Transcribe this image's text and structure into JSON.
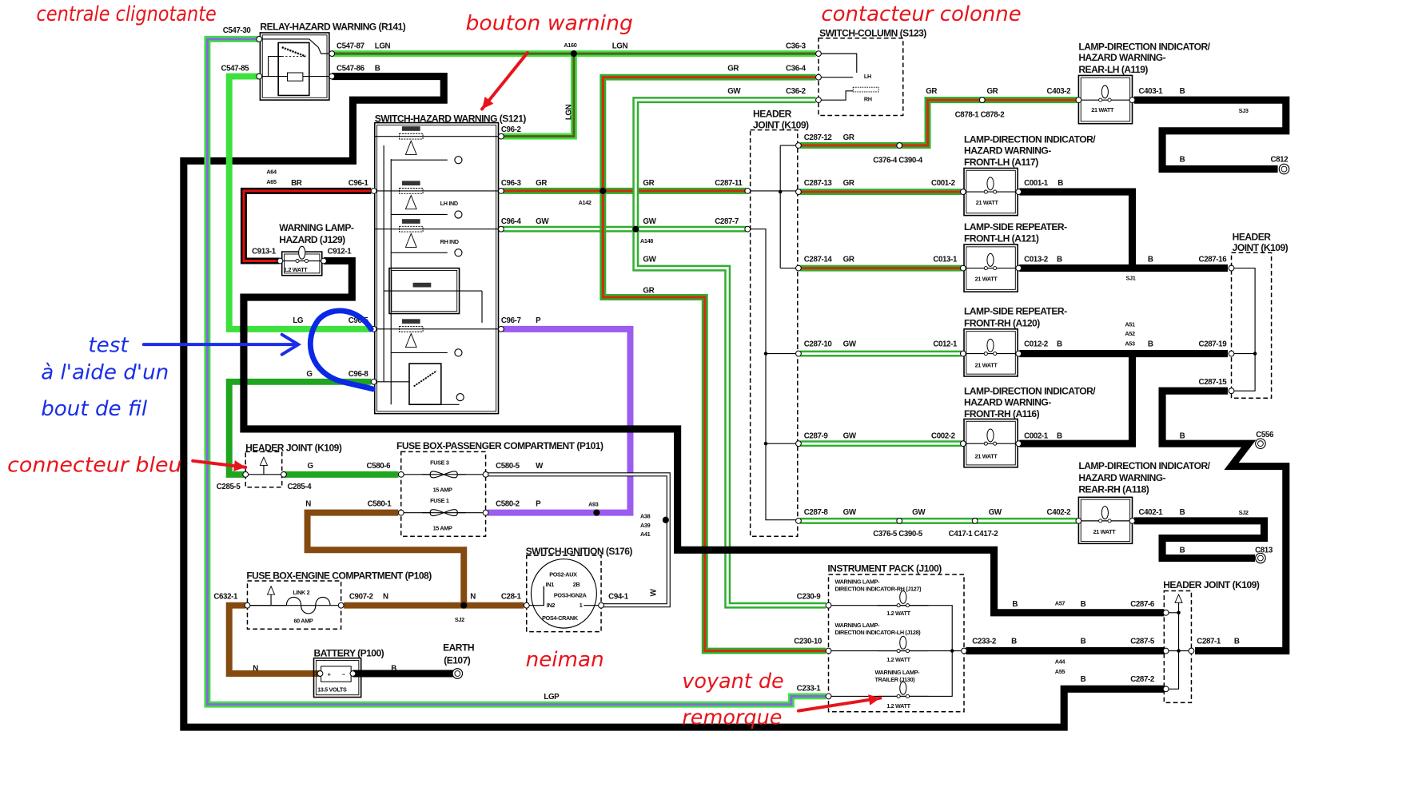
{
  "annotations": {
    "centrale": "centrale clignotante",
    "bouton": "bouton warning",
    "contacteur": "contacteur colonne",
    "test1": "test",
    "test2": "à l'aide d'un",
    "test3": "bout de fil",
    "connecteur": "connecteur bleu",
    "neiman": "neiman",
    "voyant1": "voyant de",
    "voyant2": "remorque"
  },
  "annotation_colors": {
    "red": "#e8141b",
    "blue": "#1a2ee8"
  },
  "components": {
    "relay": "RELAY-HAZARD WARNING (R141)",
    "sw_hazard": "SWITCH-HAZARD WARNING (S121)",
    "j129_1": "WARNING LAMP-",
    "j129_2": "HAZARD (J129)",
    "sw_col": "SWITCH-COLUMN (S123)",
    "hj_mid_1": "HEADER",
    "hj_mid_2": "JOINT (K109)",
    "a119_1": "LAMP-DIRECTION INDICATOR/",
    "a119_2": "HAZARD WARNING-",
    "a119_3": "REAR-LH (A119)",
    "a117_1": "LAMP-DIRECTION INDICATOR/",
    "a117_2": "HAZARD WARNING-",
    "a117_3": "FRONT-LH (A117)",
    "a121_1": "LAMP-SIDE REPEATER-",
    "a121_2": "FRONT-LH (A121)",
    "a120_1": "LAMP-SIDE REPEATER-",
    "a120_2": "FRONT-RH (A120)",
    "a116_1": "LAMP-DIRECTION INDICATOR/",
    "a116_2": "HAZARD WARNING-",
    "a116_3": "FRONT-RH (A116)",
    "a118_1": "LAMP-DIRECTION INDICATOR/",
    "a118_2": "HAZARD WARNING-",
    "a118_3": "REAR-RH (A118)",
    "hj_right_1": "HEADER",
    "hj_right_2": "JOINT (K109)",
    "hj_left": "HEADER JOINT (K109)",
    "fuse_pass": "FUSE BOX-PASSENGER COMPARTMENT (P101)",
    "fuse_eng": "FUSE BOX-ENGINE COMPARTMENT (P108)",
    "ignition": "SWITCH-IGNITION (S176)",
    "instrument": "INSTRUMENT PACK (J100)",
    "hj_bottom": "HEADER JOINT (K109)",
    "battery": "BATTERY (P100)",
    "earth_1": "EARTH",
    "earth_2": "(E107)",
    "j127_1": "WARNING LAMP-",
    "j127_2": "DIRECTION INDICATOR-RH (J127)",
    "j128_1": "WARNING LAMP-",
    "j128_2": "DIRECTION INDICATOR-LH (J128)",
    "j130_1": "WARNING LAMP-",
    "j130_2": "TRAILER (J130)"
  },
  "ratings": {
    "j129": "1.2 WATT",
    "a119": "21 WATT",
    "a117": "21 WATT",
    "a121": "21 WATT",
    "a120": "21 WATT",
    "a116": "21 WATT",
    "a118": "21 WATT",
    "j127": "1.2 WATT",
    "j128": "1.2 WATT",
    "j130": "1.2 WATT",
    "fuse3_name": "FUSE 3",
    "fuse3": "15 AMP",
    "fuse1_name": "FUSE 1",
    "fuse1": "15 AMP",
    "link2_name": "LINK 2",
    "link2": "60 AMP",
    "battery": "13.5 VOLTS"
  },
  "switch_labels": {
    "lh_ind": "LH IND",
    "rh_ind": "RH IND",
    "lh": "LH",
    "rh": "RH"
  },
  "ignition_positions": {
    "pos2": "POS2-AUX",
    "in1": "IN1",
    "p2b": "2B",
    "pos3": "POS3-IGN2A",
    "in2": "IN2",
    "p1": "1",
    "pos4": "POS4-CRANK"
  },
  "connectors": {
    "c547_30": "C547-30",
    "c547_85": "C547-85",
    "c547_87": "C547-87",
    "c547_86": "C547-86",
    "c36_3": "C36-3",
    "c36_4": "C36-4",
    "c36_2": "C36-2",
    "c96_1": "C96-1",
    "c96_2": "C96-2",
    "c96_3": "C96-3",
    "c96_4": "C96-4",
    "c96_5": "C96-5",
    "c96_7": "C96-7",
    "c96_8": "C96-8",
    "c913_1": "C913-1",
    "c912_1": "C912-1",
    "c287_11": "C287-11",
    "c287_7": "C287-7",
    "c287_12": "C287-12",
    "c287_13": "C287-13",
    "c287_14": "C287-14",
    "c287_10": "C287-10",
    "c287_9": "C287-9",
    "c287_8": "C287-8",
    "c287_16": "C287-16",
    "c287_19": "C287-19",
    "c287_15": "C287-15",
    "c287_6": "C287-6",
    "c287_5": "C287-5",
    "c287_2": "C287-2",
    "c287_1": "C287-1",
    "c376_4": "C376-4 C390-4",
    "c878": "C878-1 C878-2",
    "c403_2": "C403-2",
    "c403_1": "C403-1",
    "c812": "C812",
    "c001_2": "C001-2",
    "c001_1": "C001-1",
    "c013_1": "C013-1",
    "c013_2": "C013-2",
    "c012_1": "C012-1",
    "c012_2": "C012-2",
    "c002_2": "C002-2",
    "c002_1": "C002-1",
    "c556": "C556",
    "c376_5": "C376-5 C390-5",
    "c417": "C417-1 C417-2",
    "c402_2": "C402-2",
    "c402_1": "C402-1",
    "c813": "C813",
    "c285_5": "C285-5",
    "c285_4": "C285-4",
    "c580_6": "C580-6",
    "c580_1": "C580-1",
    "c580_5": "C580-5",
    "c580_2": "C580-2",
    "c632_1": "C632-1",
    "c907_2": "C907-2",
    "c28_1": "C28-1",
    "c94_1": "C94-1",
    "c230_9": "C230-9",
    "c230_10": "C230-10",
    "c233_1": "C233-1",
    "c233_2": "C233-2"
  },
  "splices": {
    "a160": "A160",
    "a64": "A64",
    "a65": "A65",
    "a142": "A142",
    "a148": "A148",
    "sj3": "SJ3",
    "sj1": "SJ1",
    "a51": "A51",
    "a52": "A52",
    "a53": "A53",
    "sj2_r": "SJ2",
    "a93": "A93",
    "a38": "A38",
    "a39": "A39",
    "a41": "A41",
    "sj2": "SJ2",
    "a57": "A57",
    "a44": "A44",
    "a55": "A55"
  },
  "wire_codes": [
    "LGN",
    "B",
    "LGN",
    "LGN",
    "GR",
    "GW",
    "BR",
    "GR",
    "GR",
    "GW",
    "GW",
    "GW",
    "LG",
    "G",
    "P",
    "GR",
    "GR",
    "GR",
    "GR",
    "GR",
    "GR",
    "B",
    "B",
    "B",
    "GW",
    "B",
    "B",
    "B",
    "B",
    "B",
    "B",
    "GW",
    "B",
    "B",
    "GW",
    "GW",
    "GW",
    "B",
    "B",
    "G",
    "W",
    "N",
    "P",
    "N",
    "N",
    "N",
    "W",
    "N",
    "B",
    "LGP",
    "B",
    "B",
    "B",
    "B",
    "B",
    "B",
    "B"
  ],
  "wire_colors": {
    "LGN": [
      "#3ee03e",
      "#5a5a1e"
    ],
    "GR": [
      "#2fae2f",
      "#d42a10"
    ],
    "GW": [
      "#2fae2f",
      "#ffffff"
    ],
    "LGP": [
      "#3ee03e",
      "#8a63e8"
    ],
    "LG": [
      "#3ee03e"
    ],
    "G": [
      "#1fa51f"
    ],
    "B": [
      "#000000"
    ],
    "N": [
      "#844a10"
    ],
    "P": [
      "#9b5cf0"
    ],
    "BR": [
      "#000000",
      "#e01010"
    ],
    "W": [
      "#000000",
      "#ffffff"
    ]
  },
  "test_wire_color": "#0a28e6"
}
